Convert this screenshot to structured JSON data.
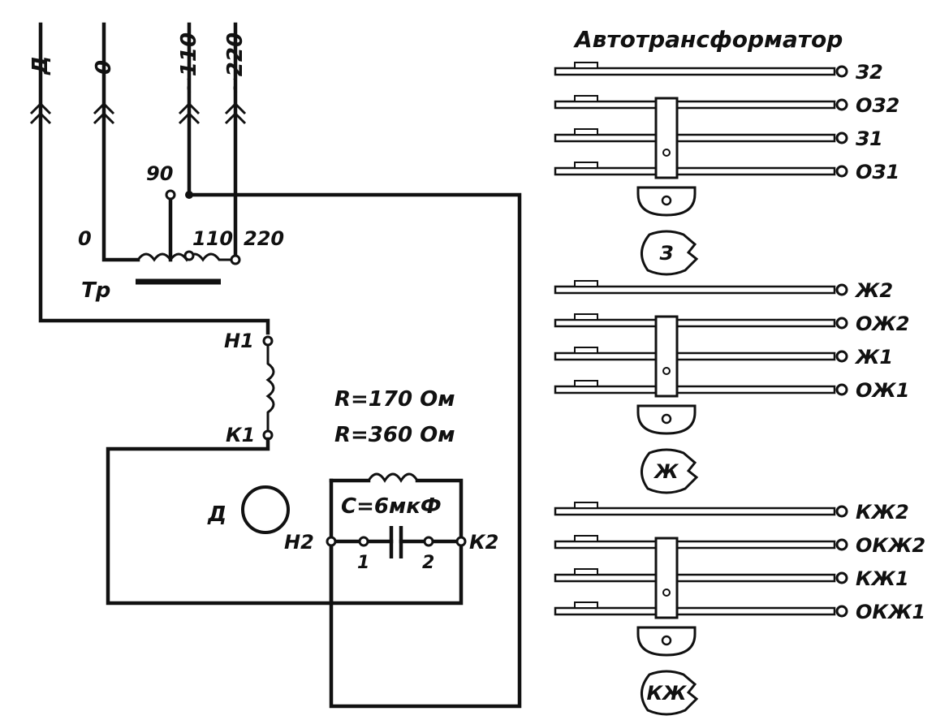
{
  "inputs": {
    "d": "Д",
    "o": "0",
    "v110": "~110",
    "v220": "~220"
  },
  "transformer": {
    "label": "Тр",
    "tap_0": "0",
    "tap_90": "90",
    "tap_110": "110",
    "tap_220": "220"
  },
  "winding": {
    "start": "Н1",
    "end": "К1"
  },
  "motor": {
    "label": "Д",
    "start2": "Н2",
    "end2": "К2",
    "resistance_1": "R=170 Ом",
    "resistance_2": "R=360 Ом",
    "capacitor": "С=6мкФ",
    "cap_pin_1": "1",
    "cap_pin_2": "2"
  },
  "autotransformer": {
    "title": "Автотрансформатор",
    "groups": [
      {
        "cam": "З",
        "contacts": [
          "З2",
          "ОЗ2",
          "З1",
          "ОЗ1"
        ]
      },
      {
        "cam": "Ж",
        "contacts": [
          "Ж2",
          "ОЖ2",
          "Ж1",
          "ОЖ1"
        ]
      },
      {
        "cam": "КЖ",
        "contacts": [
          "КЖ2",
          "ОКЖ2",
          "КЖ1",
          "ОКЖ1"
        ]
      }
    ]
  }
}
